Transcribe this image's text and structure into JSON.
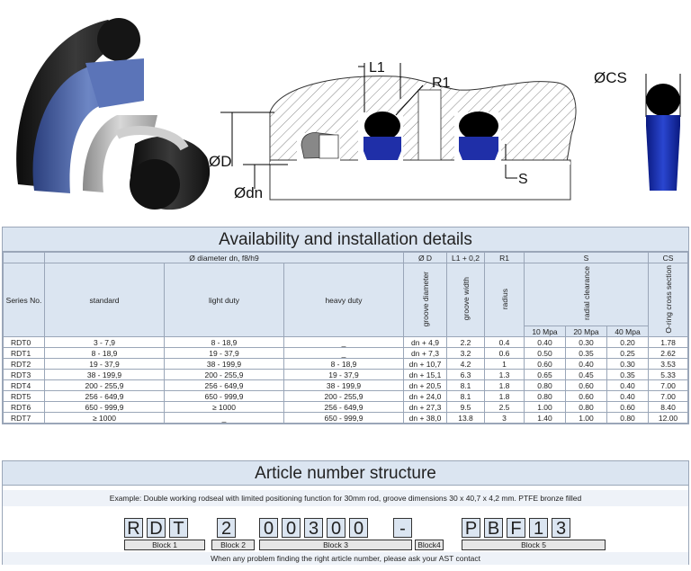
{
  "drawing": {
    "label_l1": "L1",
    "label_r1": "R1",
    "label_d": "ØD",
    "label_dn": "Ødn",
    "label_s": "S",
    "label_cs": "ØCS"
  },
  "availability": {
    "title": "Availability and installation details",
    "header": {
      "series": "Series No.",
      "diameter_group": "Ø diameter dn, f8/h9",
      "standard": "standard",
      "light": "light duty",
      "heavy": "heavy duty",
      "od": "Ø D",
      "l1": "L1 + 0,2",
      "r1": "R1",
      "s": "S",
      "cs": "CS",
      "groove_diameter": "groove diameter",
      "groove_width": "groove width",
      "radius": "radius",
      "radial_clearance": "radial clearance",
      "oring": "O-ring cross section",
      "mpa10": "10 Mpa",
      "mpa20": "20 Mpa",
      "mpa40": "40 Mpa"
    },
    "rows": [
      [
        "RDT0",
        "3 - 7,9",
        "8 - 18,9",
        "_",
        "dn + 4,9",
        "2.2",
        "0.4",
        "0.40",
        "0.30",
        "0.20",
        "1.78"
      ],
      [
        "RDT1",
        "8 - 18,9",
        "19 - 37,9",
        "_",
        "dn + 7,3",
        "3.2",
        "0.6",
        "0.50",
        "0.35",
        "0.25",
        "2.62"
      ],
      [
        "RDT2",
        "19 - 37,9",
        "38 - 199,9",
        "8 - 18,9",
        "dn + 10,7",
        "4.2",
        "1",
        "0.60",
        "0.40",
        "0.30",
        "3.53"
      ],
      [
        "RDT3",
        "38 - 199,9",
        "200 - 255,9",
        "19 - 37,9",
        "dn + 15,1",
        "6.3",
        "1.3",
        "0.65",
        "0.45",
        "0.35",
        "5.33"
      ],
      [
        "RDT4",
        "200 - 255,9",
        "256 - 649,9",
        "38 - 199,9",
        "dn + 20,5",
        "8.1",
        "1.8",
        "0.80",
        "0.60",
        "0.40",
        "7.00"
      ],
      [
        "RDT5",
        "256 - 649,9",
        "650 - 999,9",
        "200 - 255,9",
        "dn + 24,0",
        "8.1",
        "1.8",
        "0.80",
        "0.60",
        "0.40",
        "7.00"
      ],
      [
        "RDT6",
        "650 - 999,9",
        "≥ 1000",
        "256 - 649,9",
        "dn + 27,3",
        "9.5",
        "2.5",
        "1.00",
        "0.80",
        "0.60",
        "8.40"
      ],
      [
        "RDT7",
        "≥ 1000",
        "_",
        "650 - 999,9",
        "dn + 38,0",
        "13.8",
        "3",
        "1.40",
        "1.00",
        "0.80",
        "12.00"
      ]
    ]
  },
  "article": {
    "title": "Article number structure",
    "example": "Example:  Double working rodseal with limited positioning function for 30mm rod, groove dimensions 30 x 40,7 x 4,2 mm. PTFE bronze filled",
    "chars": [
      "R",
      "D",
      "T",
      "2",
      "0",
      "0",
      "3",
      "0",
      "0",
      "-",
      "P",
      "B",
      "F",
      "1",
      "3"
    ],
    "blocks": [
      "Block 1",
      "Block 2",
      "Block 3",
      "Block4",
      "Block 5"
    ],
    "contact": "When any problem finding the right article number, please ask your AST contact"
  },
  "colors": {
    "header_bg": "#dbe5f1",
    "seal_blue": "#1f2fa8",
    "oring_black": "#111111"
  }
}
